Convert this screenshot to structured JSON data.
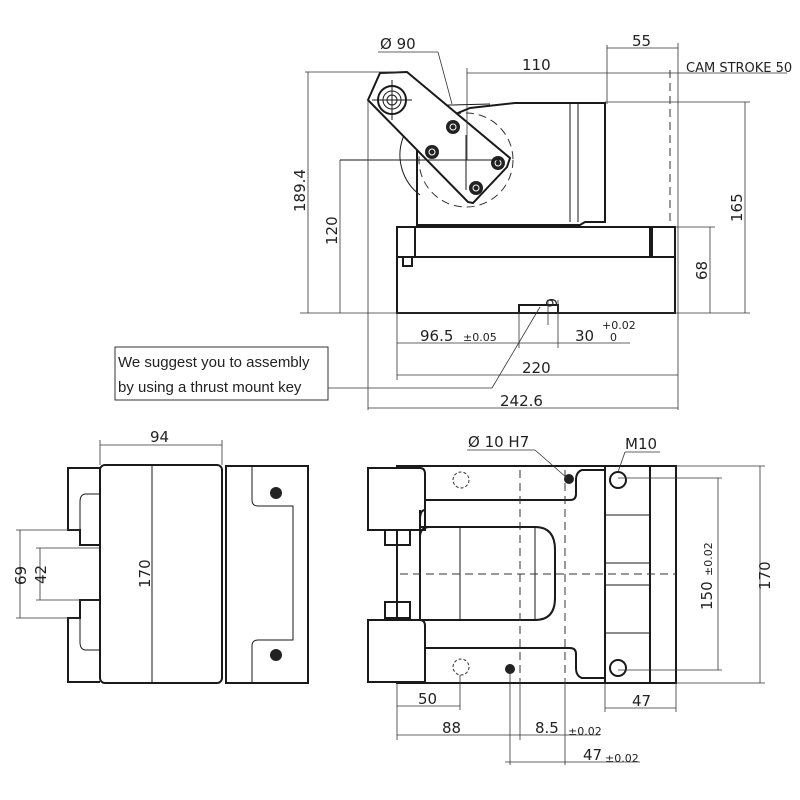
{
  "title": "Cam clamp unit technical drawing",
  "callout": {
    "line1": "We suggest you to assembly",
    "line2": "by using a thrust mount key"
  },
  "side_view": {
    "diameter_label": "Ø  90",
    "dim_110": "110",
    "dim_55": "55",
    "cam_stroke": "CAM  STROKE  50",
    "dim_189_4": "189.4",
    "dim_120": "120",
    "dim_165": "165",
    "dim_68": "68",
    "dim_6": "6",
    "dim_96_5": "96.5",
    "tol_96_5": "±0.05",
    "dim_30": "30",
    "tol_30_upper": "+0.02",
    "tol_30_lower": "0",
    "dim_220": "220",
    "dim_242_6": "242.6"
  },
  "end_view": {
    "dim_94": "94",
    "dim_69": "69",
    "dim_42": "42",
    "dim_170": "170"
  },
  "top_view": {
    "hole_label": "Ø  10  H7",
    "thread_label": "M10",
    "dim_150": "150",
    "tol_150": "±0.02",
    "dim_170": "170",
    "dim_50": "50",
    "dim_47": "47",
    "dim_88": "88",
    "dim_8_5": "8.5",
    "tol_8_5": "±0.02",
    "dim_47b": "47",
    "tol_47b": "±0.02"
  }
}
